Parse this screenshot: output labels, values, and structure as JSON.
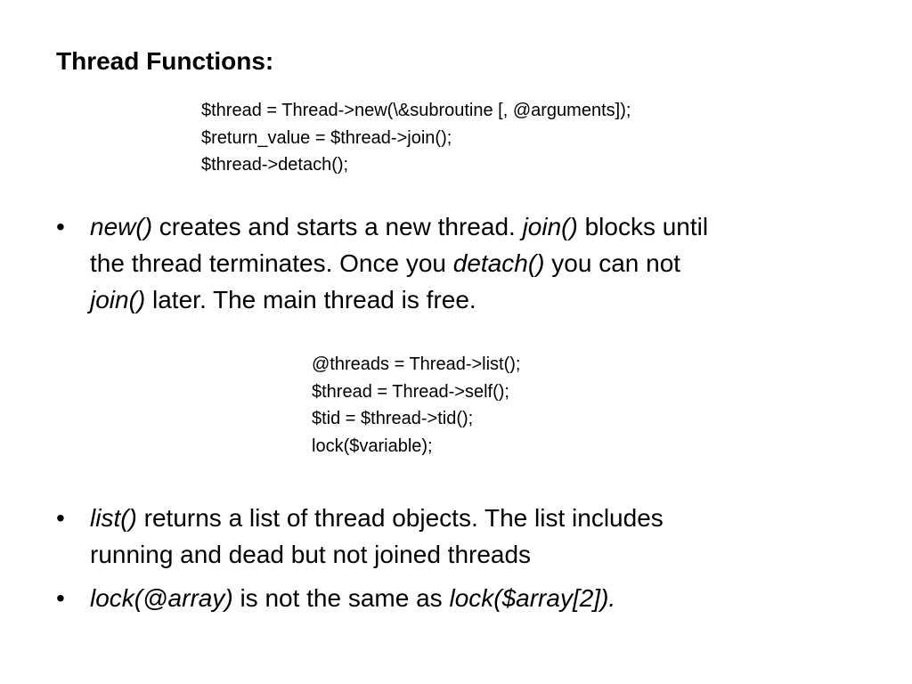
{
  "slide": {
    "title": "Thread Functions:",
    "code_block_1": [
      "$thread = Thread->new(\\&subroutine [, @arguments]);",
      "$return_value = $thread->join();",
      "$thread->detach();"
    ],
    "bullet_glyph": "•",
    "bullet_1": {
      "line_1": {
        "a_italic": "new()",
        "b": " creates and starts a new thread. ",
        "c_italic": "join()",
        "d": " blocks until"
      },
      "line_2": {
        "a": "the thread terminates. Once you ",
        "b_italic": "detach()",
        "c": " you can not"
      },
      "line_3": {
        "a_italic": "join()",
        "b": " later. The main thread is free."
      }
    },
    "code_block_2": [
      "@threads = Thread->list();",
      "$thread = Thread->self();",
      "$tid = $thread->tid();",
      "lock($variable);"
    ],
    "bullet_2": {
      "line_1": {
        "a_italic": "list()",
        "b": " returns a list of thread objects. The list includes"
      },
      "line_2": {
        "a": "running and dead but not joined threads"
      }
    },
    "bullet_3": {
      "line_1": {
        "a_italic": "lock(@array)",
        "b": " is not the same as ",
        "c_italic": "lock($array[2])."
      }
    }
  }
}
